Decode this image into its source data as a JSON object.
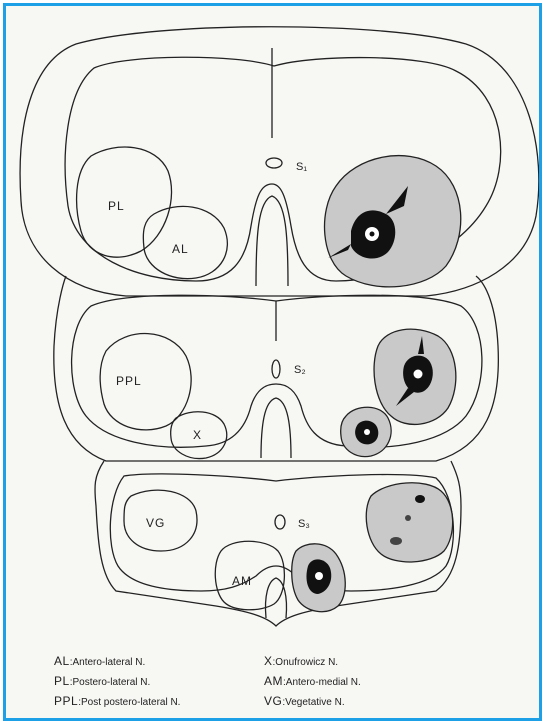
{
  "segments": {
    "s1": "S₁",
    "s2": "S₂",
    "s3": "S₃"
  },
  "nuclei": {
    "pl": "PL",
    "al": "AL",
    "ppl": "PPL",
    "x": "X",
    "vg": "VG",
    "am": "AM"
  },
  "legend": {
    "al": {
      "abbr": "AL",
      "sep": ":",
      "text": "Antero-lateral N."
    },
    "pl": {
      "abbr": "PL",
      "sep": ":",
      "text": "Postero-lateral N."
    },
    "ppl": {
      "abbr": "PPL",
      "sep": ":",
      "text": "Post postero-lateral N."
    },
    "x": {
      "abbr": "X",
      "sep": ":",
      "text": "Onufrowicz N."
    },
    "am": {
      "abbr": "AM",
      "sep": ":",
      "text": "Antero-medial N."
    },
    "vg": {
      "abbr": "VG",
      "sep": ":",
      "text": "Vegetative N."
    }
  },
  "colors": {
    "frame_border": "#1ea0e6",
    "stain": "#111111"
  }
}
